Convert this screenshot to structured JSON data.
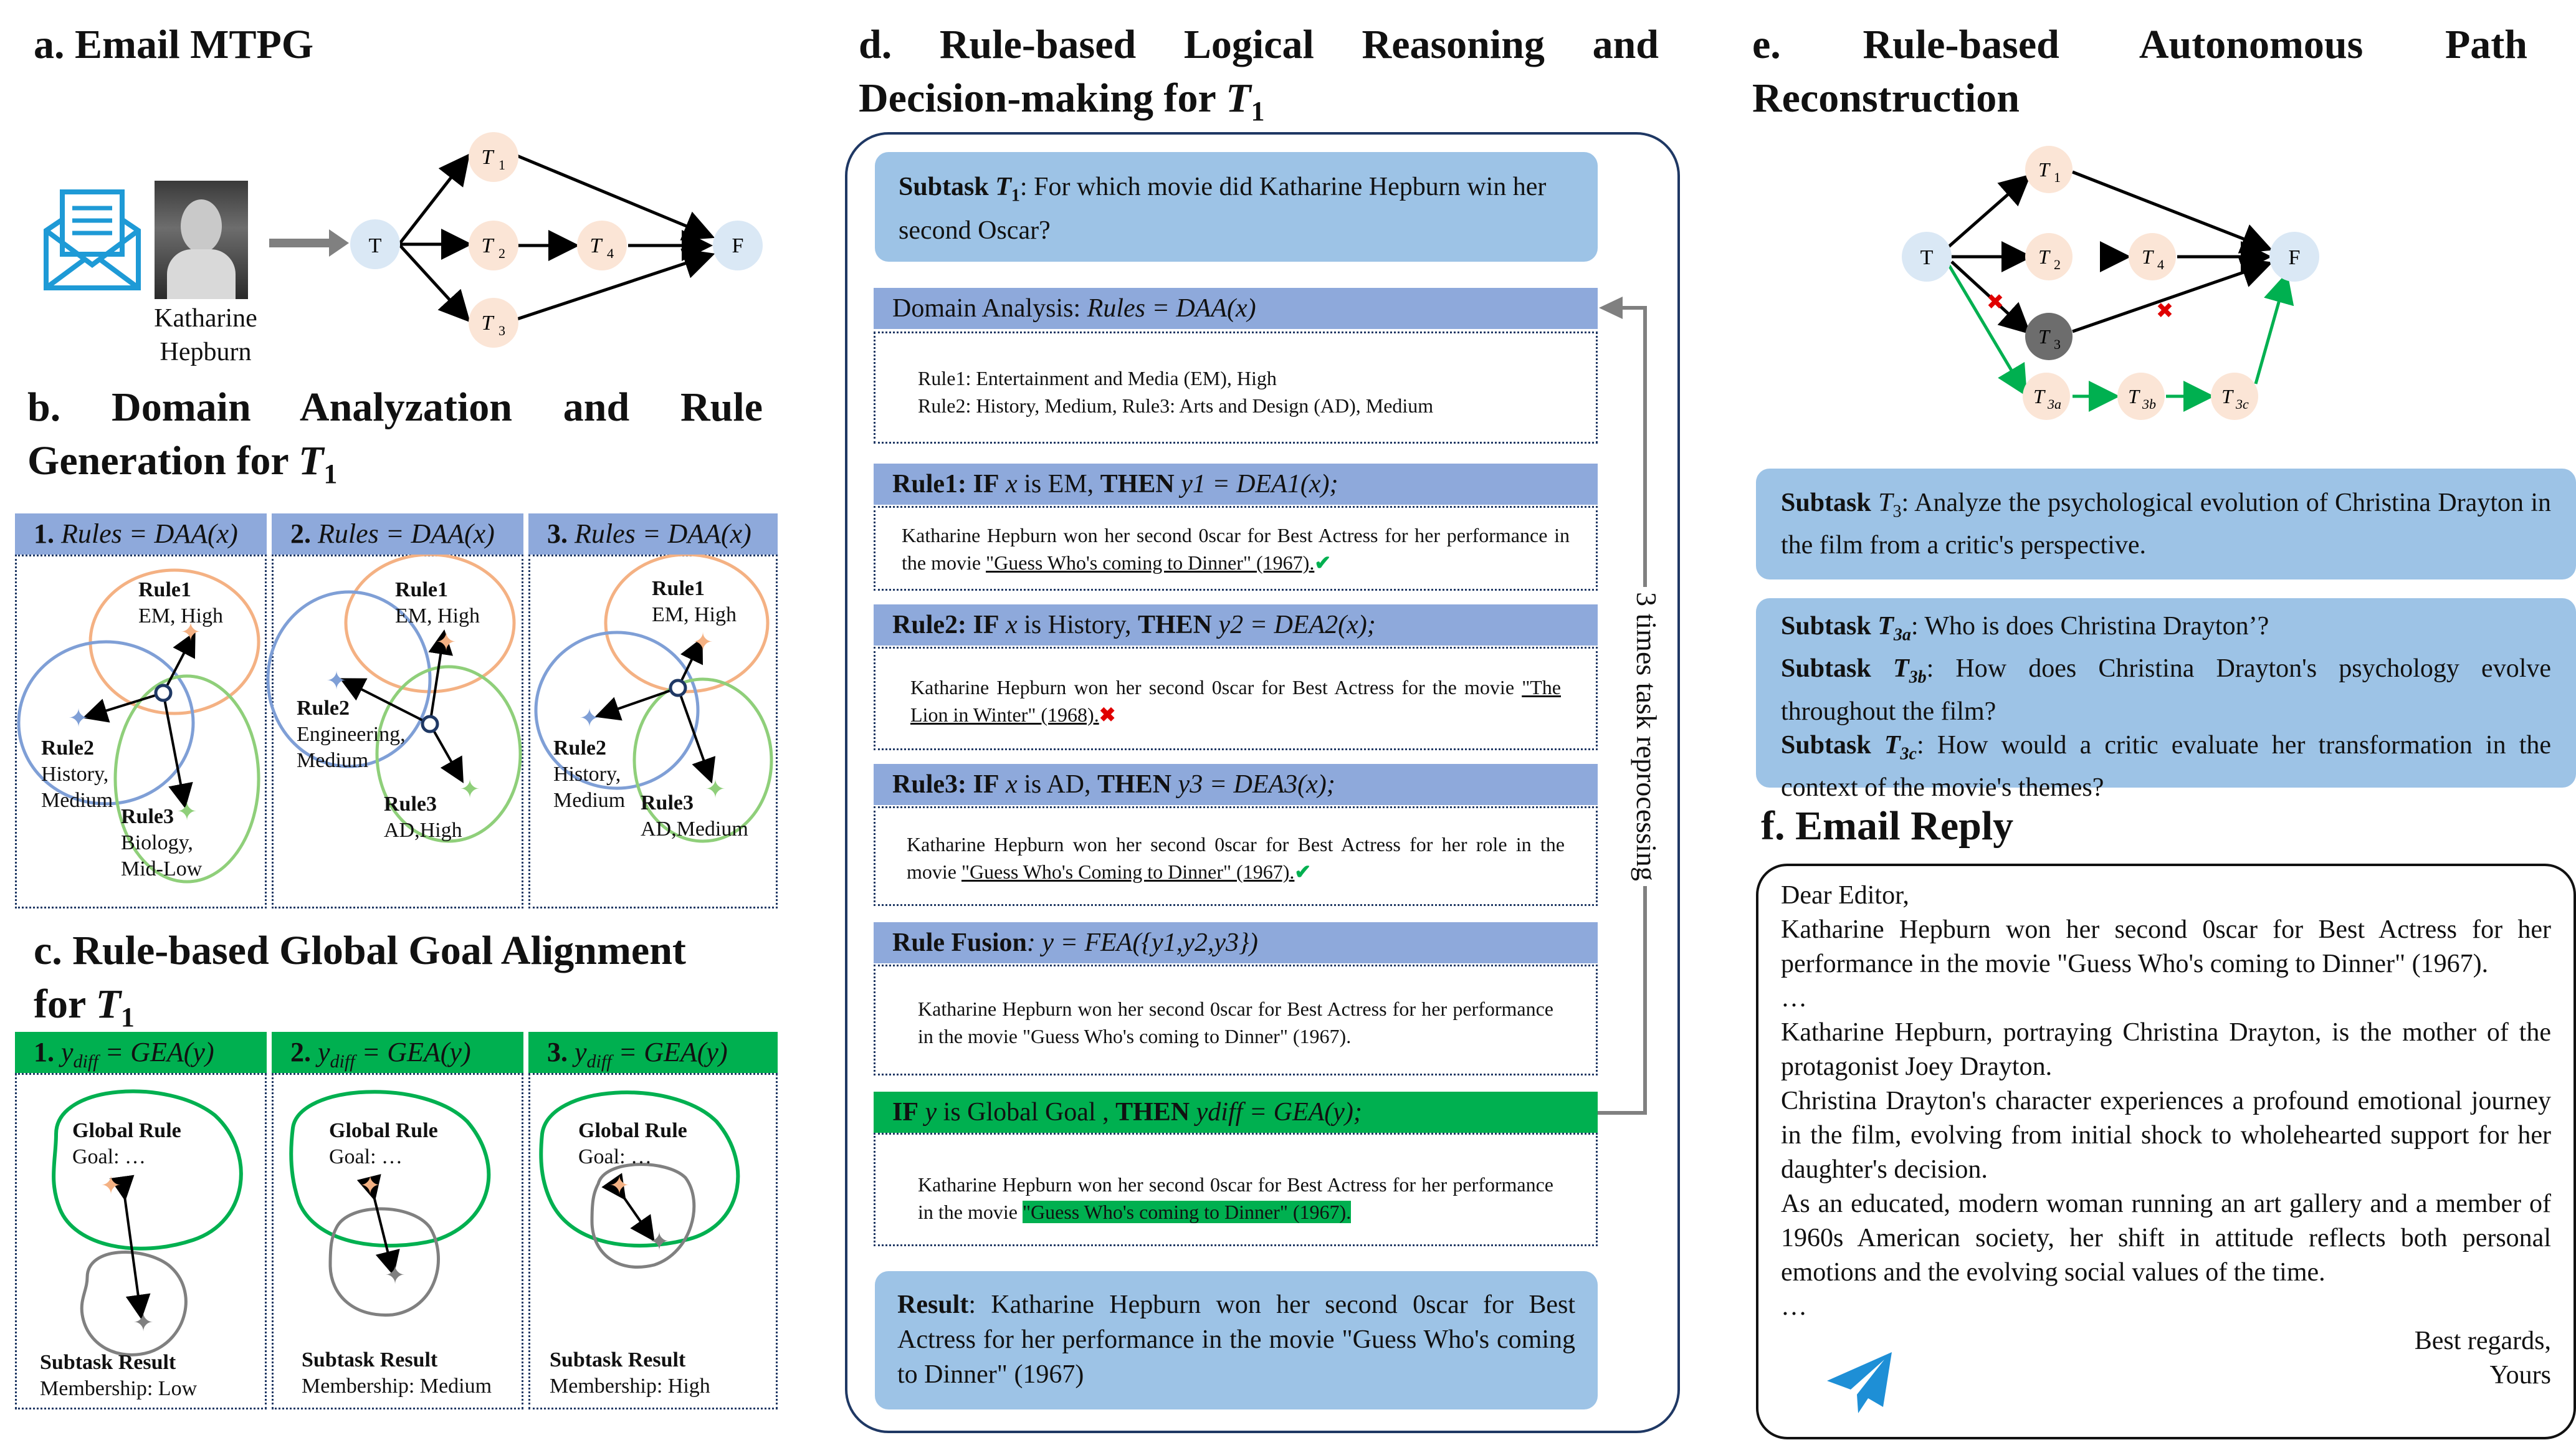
{
  "panel_a": {
    "title": "a. Email MTPG",
    "person_name_line1": "Katharine",
    "person_name_line2": "Hepburn",
    "nodes": {
      "T": "T",
      "F": "F",
      "T1": "T",
      "T2": "T",
      "T3": "T",
      "T4": "T",
      "s1": "1",
      "s2": "2",
      "s3": "3",
      "s4": "4"
    }
  },
  "panel_b": {
    "title_line1": "b. Domain Analyzation and Rule",
    "title_line2": "Generation for",
    "title_sym": "T",
    "title_sub": "1",
    "sections": [
      {
        "num": "1.",
        "formula": "Rules = DAA(x)",
        "r1": "Rule1",
        "r1v": "EM, High",
        "r2": "Rule2",
        "r2a": "History,",
        "r2b": "Medium",
        "r3": "Rule3",
        "r3a": "Biology,",
        "r3b": "Mid-Low"
      },
      {
        "num": "2.",
        "formula": "Rules = DAA(x)",
        "r1": "Rule1",
        "r1v": "EM, High",
        "r2": "Rule2",
        "r2a": "Engineering,",
        "r2b": "Medium",
        "r3": "Rule3",
        "r3a": "AD,High",
        "r3b": ""
      },
      {
        "num": "3.",
        "formula": "Rules = DAA(x)",
        "r1": "Rule1",
        "r1v": "EM, High",
        "r2": "Rule2",
        "r2a": "History,",
        "r2b": "Medium",
        "r3": "Rule3",
        "r3a": "AD,Medium",
        "r3b": ""
      }
    ]
  },
  "panel_c": {
    "title_line1": "c. Rule-based Global Goal Alignment",
    "title_line2": "for",
    "title_sym": "T",
    "title_sub": "1",
    "sections": [
      {
        "num": "1.",
        "lhs": "y",
        "lhs_sub": "diff",
        "rhs": " = GEA(y)",
        "rule": "Global Rule",
        "goal": "Goal: …",
        "result": "Subtask Result",
        "membership": "Membership: Low"
      },
      {
        "num": "2.",
        "lhs": "y",
        "lhs_sub": "diff",
        "rhs": " = GEA(y)",
        "rule": "Global Rule",
        "goal": "Goal: …",
        "result": "Subtask Result",
        "membership": "Membership: Medium"
      },
      {
        "num": "3.",
        "lhs": "y",
        "lhs_sub": "diff",
        "rhs": " = GEA(y)",
        "rule": "Global Rule",
        "goal": "Goal: …",
        "result": "Subtask Result",
        "membership": "Membership: High"
      }
    ]
  },
  "panel_d": {
    "title_line1": "d. Rule-based Logical Reasoning and",
    "title_line2": "Decision-making for",
    "title_sym": "T",
    "title_sub": "1",
    "subtask_label": "Subtask",
    "subtask_sym": "T",
    "subtask_sub": "1",
    "subtask_text": ": For which movie did Katharine Hepburn win her second Oscar?",
    "domain_label": "Domain Analysis: ",
    "domain_formula": "Rules = DAA(x)",
    "domain_line1": "Rule1: Entertainment and Media (EM), High",
    "domain_line2": "Rule2: History, Medium, Rule3: Arts and Design (AD), Medium",
    "rule1_head_bold": "Rule1: IF",
    "rule1_head_mid": " is EM, ",
    "rule1_then": "THEN",
    "rule1_formula": "y1 = DEA1(x);",
    "rule1_text": "Katharine Hepburn won her second 0scar for Best Actress for her performance in the movie ",
    "rule1_movie": "\"Guess Who's coming to Dinner\" (1967).",
    "rule2_head_bold": "Rule2: IF",
    "rule2_head_mid": " is History, ",
    "rule2_then": "THEN",
    "rule2_formula": "y2 = DEA2(x);",
    "rule2_text": "Katharine Hepburn won her second 0scar for Best Actress for the movie ",
    "rule2_movie": "\"The Lion in Winter\" (1968).",
    "rule3_head_bold": "Rule3: IF",
    "rule3_head_mid": " is AD, ",
    "rule3_then": "THEN",
    "rule3_formula": "y3 = DEA3(x);",
    "rule3_text": "Katharine Hepburn won her second 0scar for Best Actress for her role in the movie ",
    "rule3_movie": "\"Guess Who's Coming to Dinner\" (1967).",
    "fusion_label": "Rule Fusion",
    "fusion_formula": ": y = FEA({y1,y2,y3})",
    "fusion_text": "Katharine Hepburn won her second 0scar for Best Actress for her performance in the movie \"Guess Who's coming to Dinner\" (1967).",
    "global_if": "IF",
    "global_mid": " is Global Goal , ",
    "global_then": "THEN",
    "global_formula": "ydiff = GEA(y);",
    "global_text": "Katharine Hepburn won her second 0scar for Best Actress for her performance in the movie ",
    "global_movie": "\"Guess Who's coming to Dinner\" (1967).",
    "result_label": "Result",
    "result_text": ": Katharine Hepburn won her second 0scar for Best Actress for her performance in the movie \"Guess Who's coming to Dinner\" (1967)",
    "loop_label": "3 times task reprocessing",
    "tick": "✔",
    "cross": "✖"
  },
  "panel_e": {
    "title_line1": "e. Rule-based Autonomous Path",
    "title_line2": "Reconstruction",
    "subtask_label": "Subtask",
    "subtask_sym": "T",
    "subtask_sub": "3",
    "subtask_text": ": Analyze the psychological evolution of Christina Drayton in the film from a critic's perspective.",
    "sub_a_sub": "3a",
    "sub_a_text": ": Who is does Christina Drayton’?",
    "sub_b_sub": "3b",
    "sub_b_text": ": How does Christina Drayton's psychology evolve throughout the film?",
    "sub_c_sub": "3c",
    "sub_c_text": ": How would a critic evaluate her transformation in the context of the movie's themes?",
    "nodes": {
      "T": "T",
      "F": "F",
      "sym": "T",
      "s1": "1",
      "s2": "2",
      "s3": "3",
      "s4": "4",
      "s3a": "3a",
      "s3b": "3b",
      "s3c": "3c"
    }
  },
  "panel_f": {
    "title": "f. Email Reply",
    "greeting": "Dear Editor,",
    "para1": "Katharine Hepburn won her second 0scar for Best Actress for her performance in the movie \"Guess Who's coming to Dinner\" (1967).",
    "ellipsis1": "…",
    "para2": "Katharine Hepburn, portraying Christina Drayton, is the mother of the protagonist Joey Drayton.",
    "para3": "Christina Drayton's character experiences a profound emotional journey in the film, evolving from initial shock to wholehearted support for her daughter's decision.",
    "para4": "As an educated, modern woman running an art gallery and a member of 1960s American society, her shift in attitude reflects both personal emotions and the evolving social values of the time.",
    "ellipsis2": "…",
    "closing1": "Best regards,",
    "closing2": "Yours"
  },
  "colors": {
    "bar_blue": "#8ea9db",
    "box_blue": "#9dc3e6",
    "green": "#00b050",
    "node_blue": "#dae8f5",
    "node_peach": "#fbe5d6",
    "dark_navy": "#1f3864",
    "orange": "#f4b183",
    "circle_blue": "#7f9fd6",
    "circle_green": "#8fcf7a",
    "grey": "#808080"
  }
}
